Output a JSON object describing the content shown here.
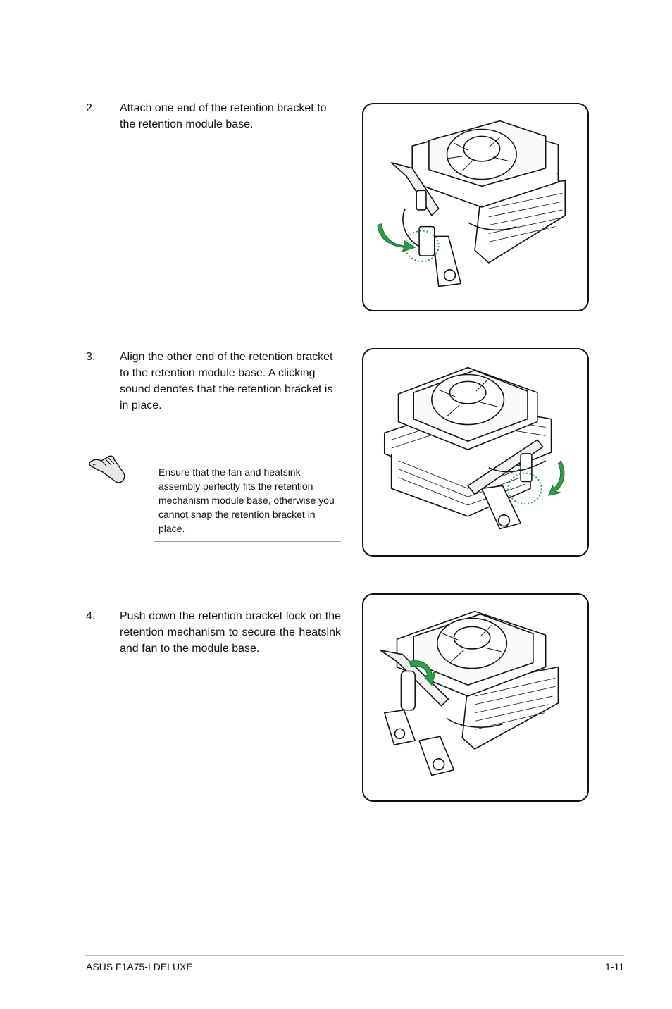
{
  "steps": [
    {
      "number": "2.",
      "text": "Attach one end of the retention bracket to the retention module base."
    },
    {
      "number": "3.",
      "text": "Align the other end of the retention bracket to the retention module base. A clicking sound denotes that the retention bracket is in place."
    },
    {
      "number": "4.",
      "text": "Push down the retention bracket lock on the retention mechanism to secure the heatsink and fan to the module base."
    }
  ],
  "note": {
    "text": "Ensure that the fan and heatsink assembly perfectly fits the retention mechanism module base, otherwise you cannot snap the retention bracket in place.",
    "icon": "hand-note-icon"
  },
  "footer": {
    "left": "ASUS F1A75-I DELUXE",
    "right": "1-11"
  },
  "colors": {
    "arrow": "#2e9e48",
    "line": "#111111"
  }
}
